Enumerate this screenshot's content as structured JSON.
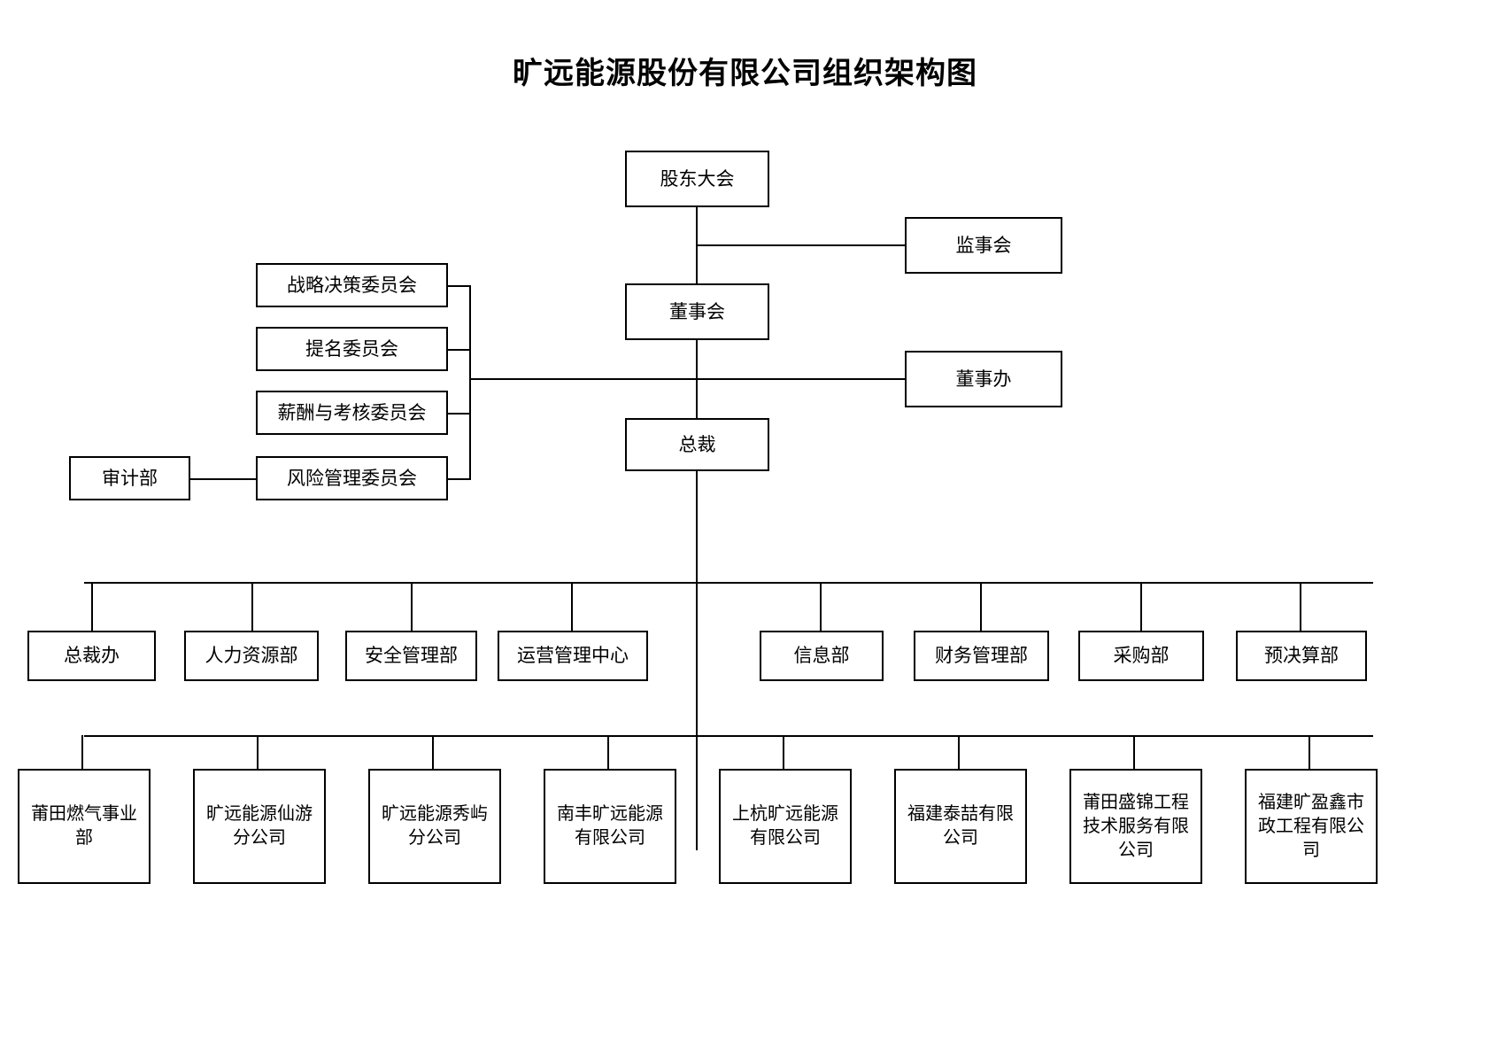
{
  "page": {
    "title": "旷远能源股份有限公司组织架构图",
    "background": "#ffffff",
    "line_color": "#000000",
    "border_color": "#000000"
  },
  "chart_data": {
    "type": "diagram",
    "diagram_type": "organization-chart",
    "title": "旷远能源股份有限公司组织架构图",
    "nodes": [
      {
        "id": "shareholders",
        "label": "股东大会",
        "level": 0
      },
      {
        "id": "supervisory",
        "label": "监事会",
        "level": 1
      },
      {
        "id": "board",
        "label": "董事会",
        "level": 1
      },
      {
        "id": "board_office",
        "label": "董事办",
        "level": 2
      },
      {
        "id": "president",
        "label": "总裁",
        "level": 2
      },
      {
        "id": "strategy_committee",
        "label": "战略决策委员会",
        "level": 2
      },
      {
        "id": "nomination_committee",
        "label": "提名委员会",
        "level": 2
      },
      {
        "id": "compensation_committee",
        "label": "薪酬与考核委员会",
        "level": 2
      },
      {
        "id": "risk_committee",
        "label": "风险管理委员会",
        "level": 2
      },
      {
        "id": "audit_department",
        "label": "审计部",
        "level": 3
      }
    ],
    "edges": [
      {
        "from": "shareholders",
        "to": "supervisory"
      },
      {
        "from": "shareholders",
        "to": "board"
      },
      {
        "from": "board",
        "to": "board_office"
      },
      {
        "from": "board",
        "to": "president"
      },
      {
        "from": "board",
        "to": "strategy_committee"
      },
      {
        "from": "board",
        "to": "nomination_committee"
      },
      {
        "from": "board",
        "to": "compensation_committee"
      },
      {
        "from": "board",
        "to": "risk_committee"
      },
      {
        "from": "risk_committee",
        "to": "audit_department"
      },
      {
        "from": "president",
        "to": "departments"
      },
      {
        "from": "president",
        "to": "subsidiaries"
      }
    ]
  },
  "top": {
    "shareholders_meeting": "股东大会",
    "supervisory_board": "监事会",
    "board_of_directors": "董事会",
    "board_office": "董事办",
    "president": "总裁"
  },
  "committees": [
    {
      "label": "战略决策委员会"
    },
    {
      "label": "提名委员会"
    },
    {
      "label": "薪酬与考核委员会"
    },
    {
      "label": "风险管理委员会"
    }
  ],
  "audit": {
    "label": "审计部"
  },
  "departments": [
    {
      "label": "总裁办"
    },
    {
      "label": "人力资源部"
    },
    {
      "label": "安全管理部"
    },
    {
      "label": "运营管理中心"
    },
    {
      "label": "信息部"
    },
    {
      "label": "财务管理部"
    },
    {
      "label": "采购部"
    },
    {
      "label": "预决算部"
    }
  ],
  "subsidiaries": [
    {
      "label": "莆田燃气事业部"
    },
    {
      "label": "旷远能源仙游分公司"
    },
    {
      "label": "旷远能源秀屿分公司"
    },
    {
      "label": "南丰旷远能源有限公司"
    },
    {
      "label": "上杭旷远能源有限公司"
    },
    {
      "label": "福建泰喆有限公司"
    },
    {
      "label": "莆田盛锦工程技术服务有限公司"
    },
    {
      "label": "福建旷盈鑫市政工程有限公司"
    }
  ]
}
